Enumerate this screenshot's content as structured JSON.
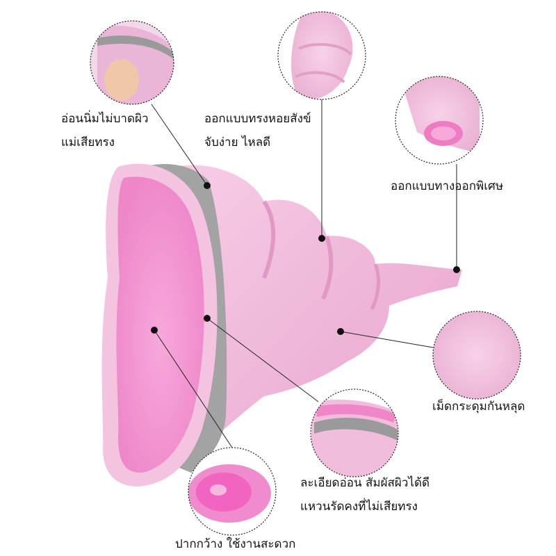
{
  "callouts": {
    "soft_edge": {
      "lines": [
        "อ่อนนิ่มไม่บาดผิว",
        "แม่เสียทรง"
      ]
    },
    "shell_design": {
      "lines": [
        "ออกแบบทรงหอยสังข์",
        "จับง่าย ไหลดี"
      ]
    },
    "special_outlet": {
      "lines": [
        "ออกแบบทางออกพิเศษ"
      ]
    },
    "anti_slip_dots": {
      "lines": [
        "เม็ดกระดุมกันหลุด"
      ]
    },
    "smooth_ring": {
      "lines": [
        "ละเอียดอ่อน สัมผัสผิวได้ดี",
        "แหวนรัดคงที่ไม่เสียทรง"
      ]
    },
    "wide_mouth": {
      "lines": [
        "ปากกว้าง ใช้งานสะดวก"
      ]
    }
  },
  "colors": {
    "silicone_pink": "#f2b9dc",
    "inner_pink": "#f07cc8",
    "ring_gray": "#9a9a9a",
    "callout_line": "#222222"
  }
}
